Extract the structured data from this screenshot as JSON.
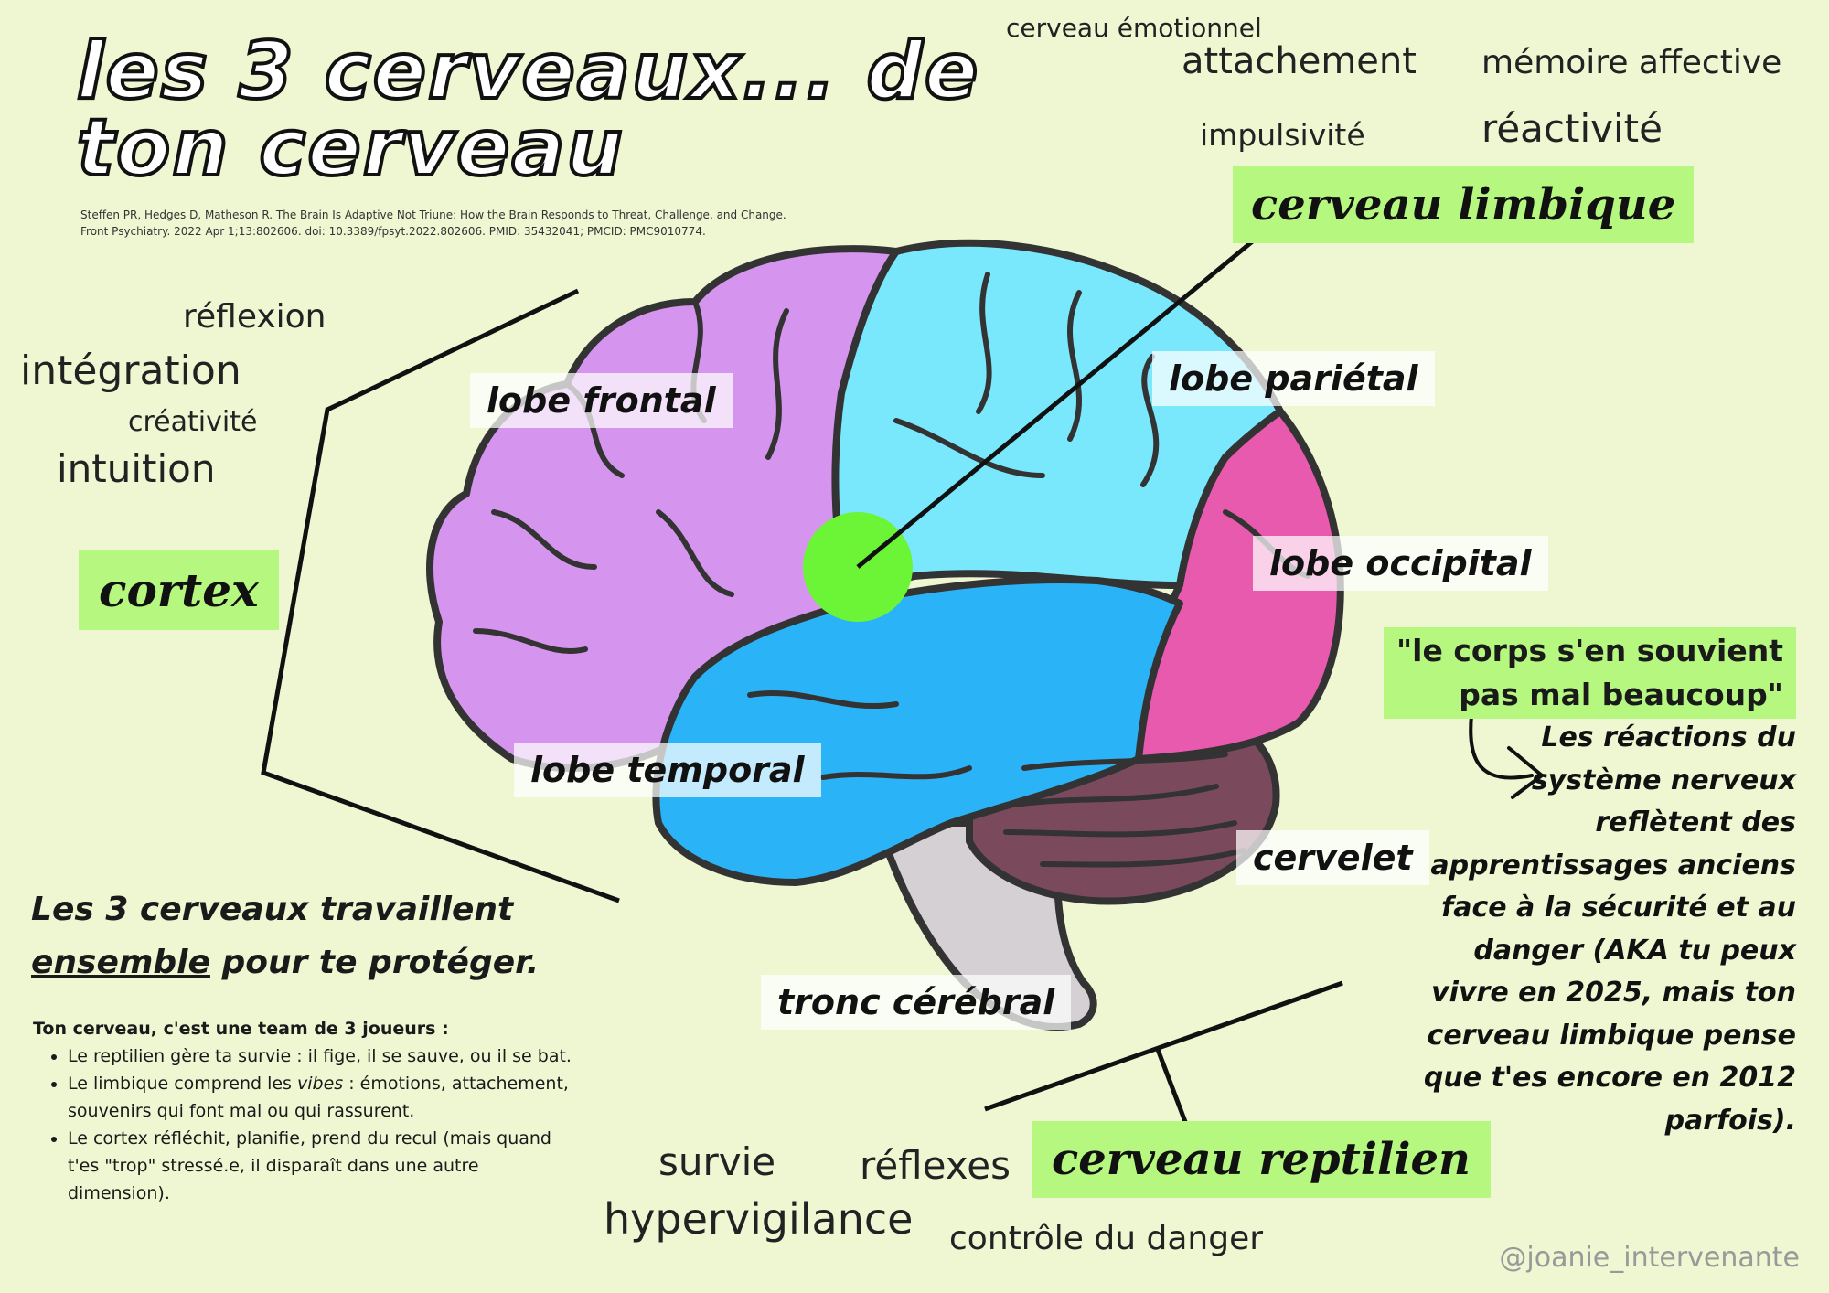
{
  "title_line1": "les 3 cerveaux... de",
  "title_line2": "ton cerveau",
  "citation_line1": "Steffen PR, Hedges D, Matheson R. The Brain Is Adaptive Not Triune: How the Brain Responds to Threat, Challenge, and Change.",
  "citation_line2": "Front Psychiatry. 2022 Apr 1;13:802606. doi: 10.3389/fpsyt.2022.802606. PMID: 35432041; PMCID: PMC9010774.",
  "limbic_words": {
    "header": "cerveau émotionnel",
    "w1": "attachement",
    "w2": "mémoire affective",
    "w3": "impulsivité",
    "w4": "réactivité",
    "box": "cerveau limbique"
  },
  "cortex_words": {
    "w1": "réflexion",
    "w2": "intégration",
    "w3": "créativité",
    "w4": "intuition",
    "box": "cortex"
  },
  "reptilian_words": {
    "w1": "survie",
    "w2": "réflexes",
    "w3": "hypervigilance",
    "w4": "contrôle du danger",
    "box": "cerveau reptilien"
  },
  "brain_labels": {
    "frontal": "lobe frontal",
    "parietal": "lobe pariétal",
    "occipital": "lobe occipital",
    "temporal": "lobe temporal",
    "cerebellum": "cervelet",
    "brainstem": "tronc cérébral"
  },
  "brain_colors": {
    "frontal": "#d595ee",
    "parietal": "#79e8fc",
    "temporal": "#2ab4f7",
    "occipital": "#e85aae",
    "cerebellum": "#7a4a5c",
    "brainstem": "#d4d0d4",
    "limbic_dot": "#6cf437",
    "highlight_green": "#b6f77f",
    "background": "#eef6d2"
  },
  "quote_line1": "\"le corps s'en souvient",
  "quote_line2": "pas mal beaucoup\"",
  "right_note": "Les réactions du système nerveux reflètent des apprentissages anciens face à la sécurité et au danger (AKA tu peux vivre en 2025, mais ton cerveau limbique pense que t'es encore en 2012 parfois).",
  "together_part1": "Les 3 cerveaux travaillent",
  "together_underlined": "ensemble",
  "together_part2": "pour te protéger.",
  "team_title": "Ton cerveau, c'est une team de 3 joueurs :",
  "team_items": [
    {
      "text": "Le reptilien gère ta survie : il fige, il se sauve, ou il se bat."
    },
    {
      "pre": "Le limbique comprend les ",
      "em": "vibes",
      "post": " : émotions, attachement, souvenirs qui font mal ou qui rassurent."
    },
    {
      "text": "Le cortex réfléchit, planifie, prend du recul (mais quand t'es \"trop\" stressé.e, il disparaît dans une autre dimension)."
    }
  ],
  "handle": "@joanie_intervenante"
}
